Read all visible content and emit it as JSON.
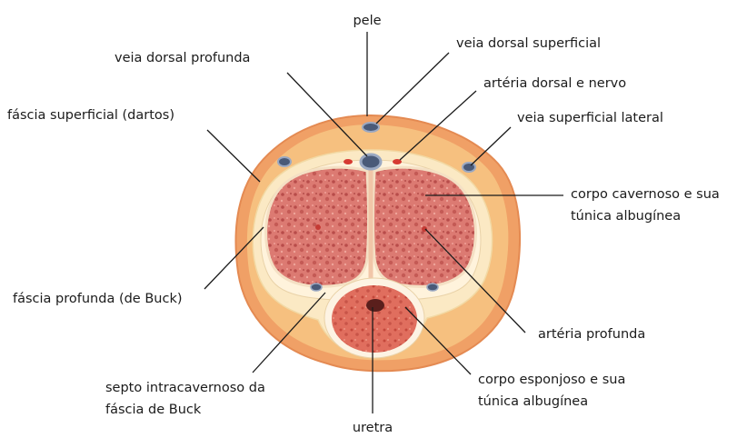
{
  "labels": {
    "pele": "pele",
    "veia_dorsal_profunda": "veia dorsal profunda",
    "veia_dorsal_superficial": "veia dorsal superficial",
    "arteria_dorsal_nervo": "artéria dorsal e nervo",
    "fascia_superficial": "fáscia superficial (dartos)",
    "veia_superficial_lateral": "veia superficial lateral",
    "corpo_cavernoso_1": "corpo cavernoso e sua",
    "corpo_cavernoso_2": "túnica albugínea",
    "fascia_profunda": "fáscia profunda (de Buck)",
    "arteria_profunda": "artéria profunda",
    "septo_1": "septo intracavernoso da",
    "septo_2": "fáscia de Buck",
    "corpo_esponjoso_1": "corpo esponjoso e sua",
    "corpo_esponjoso_2": "túnica albugínea",
    "uretra": "uretra"
  },
  "colors": {
    "skin_outer": "#f0a066",
    "skin_inner": "#f6c07f",
    "fascia": "#fbe9c4",
    "tunica": "#fff3dc",
    "cavernosum": "#dc7a72",
    "spongiosum": "#de6a5c",
    "vein": "#4a5a78",
    "artery": "#d63a32",
    "leader": "#1b1b1b"
  }
}
